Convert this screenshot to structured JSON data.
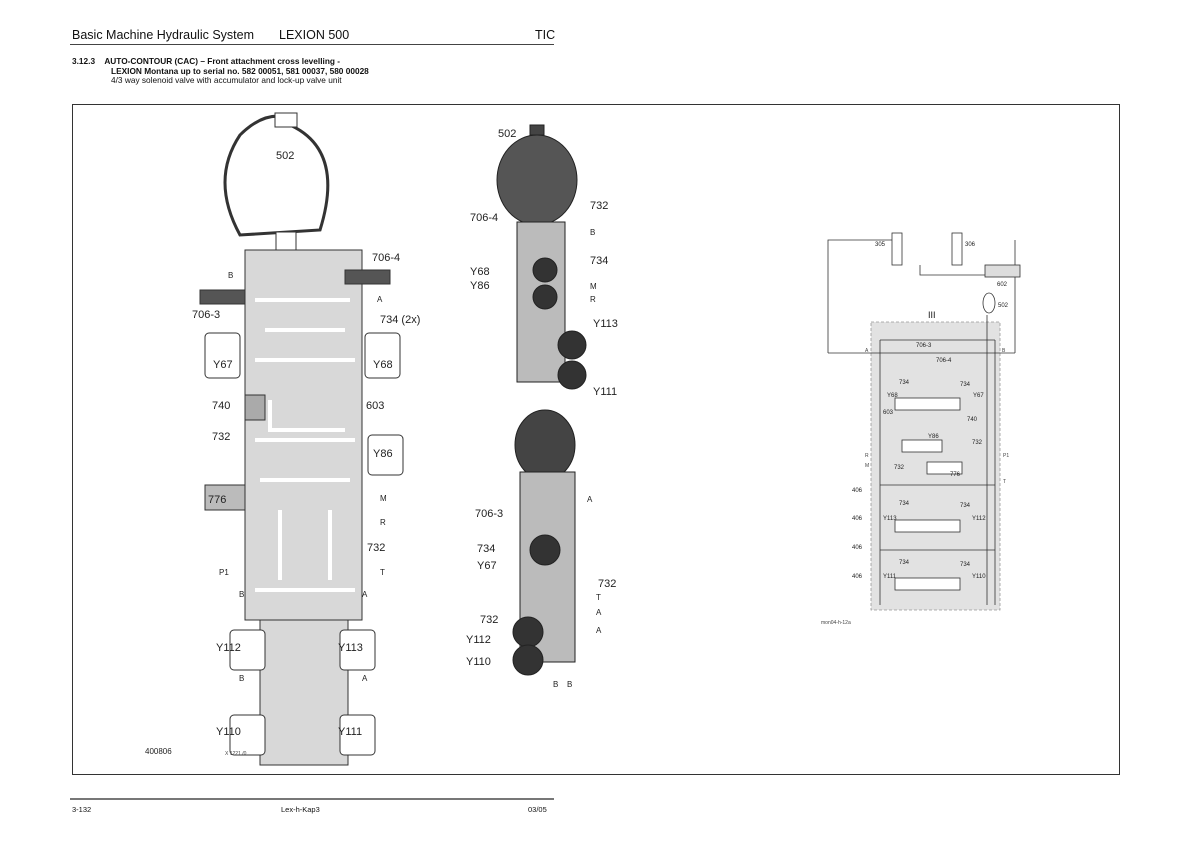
{
  "header": {
    "section": "Basic Machine Hydraulic System",
    "model": "LEXION 500",
    "brand": "TIC"
  },
  "title": {
    "number": "3.12.3",
    "line1": "AUTO-CONTOUR (CAC) – Front attachment cross levelling -",
    "line2": "LEXION Montana up to serial no. 582 00051, 581 00037, 580 00028",
    "subtitle": "4/3 way solenoid valve with accumulator and lock-up valve unit"
  },
  "figure_left": {
    "labels": [
      "502",
      "706-4",
      "B",
      "A",
      "706-3",
      "734 (2x)",
      "Y67",
      "Y68",
      "740",
      "603",
      "732",
      "Y86",
      "776",
      "M",
      "R",
      "732",
      "P1",
      "T",
      "B",
      "A",
      "Y112",
      "Y113",
      "B",
      "A",
      "Y110",
      "Y111"
    ],
    "figure_id": "400806",
    "ref": "X 1221 /0"
  },
  "figure_middle_top": {
    "labels": [
      "502",
      "732",
      "706-4",
      "B",
      "734",
      "Y68",
      "Y86",
      "M",
      "R",
      "Y113",
      "Y111"
    ]
  },
  "figure_middle_bottom": {
    "labels": [
      "A",
      "706-3",
      "734",
      "Y67",
      "732",
      "T",
      "732",
      "A",
      "A",
      "Y112",
      "Y110",
      "B",
      "B"
    ]
  },
  "schematic": {
    "labels": [
      "305",
      "306",
      "602",
      "502",
      "III",
      "706-3",
      "706-4",
      "734",
      "734",
      "Y68",
      "Y67",
      "603",
      "740",
      "732",
      "Y86",
      "732",
      "776",
      "406",
      "406",
      "734",
      "734",
      "Y113",
      "Y112",
      "406",
      "406",
      "734",
      "734",
      "Y111",
      "Y110",
      "A",
      "B",
      "R",
      "M",
      "P1",
      "T"
    ],
    "ref": "mon04-h-12a"
  },
  "footer": {
    "page": "3-132",
    "doc": "Lex-h-Kap3",
    "date": "03/05"
  }
}
